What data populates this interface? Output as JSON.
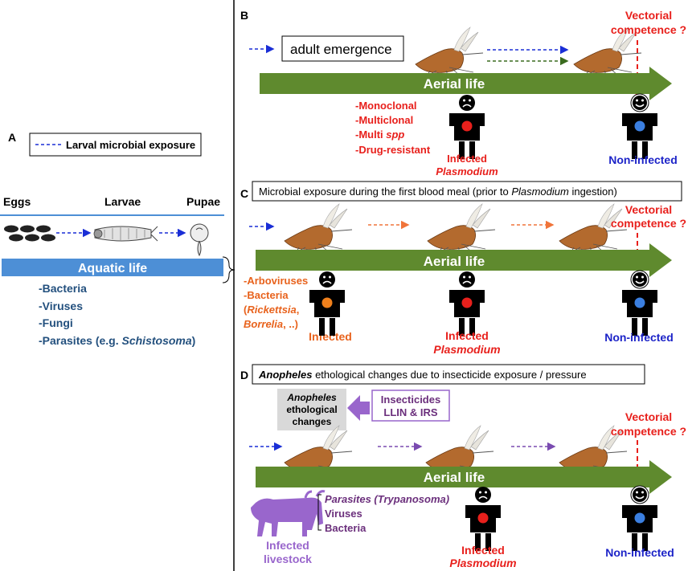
{
  "colors": {
    "aerial_arrow": "#5f8a2e",
    "aquatic_bar": "#4d8fd6",
    "red": "#e8201c",
    "blue": "#1d24c8",
    "orange": "#e8621c",
    "purple": "#6b2f7c",
    "light_purple": "#9966cc",
    "dark_blue_text": "#23507e",
    "dashed_blue": "#1a2ed6",
    "dashed_green": "#3a6b1e",
    "dashed_orange": "#f0743a",
    "dashed_purple": "#7a4bb0",
    "dashed_red": "#e8201c"
  },
  "panel_a": {
    "letter": "A",
    "legend": "Larval microbial exposure",
    "stages": [
      "Eggs",
      "Larvae",
      "Pupae"
    ],
    "bar_label": "Aquatic life",
    "exposures": [
      "-Bacteria",
      "-Viruses",
      "-Fungi"
    ],
    "parasites_prefix": "-Parasites (e.g. ",
    "parasites_italic": "Schistosoma",
    "parasites_suffix": ")"
  },
  "panel_b": {
    "letter": "B",
    "box_label": "adult emergence",
    "arrow_label": "Aerial life",
    "vectorial_line1": "Vectorial",
    "vectorial_line2": "competence ?",
    "strains": [
      "-Monoclonal",
      "-Multiclonal"
    ],
    "multi_prefix": "-Multi ",
    "multi_italic": "spp",
    "drug": "-Drug-resistant",
    "infected": "Infected",
    "plasmodium": "Plasmodium",
    "noninfected": "Non-infected"
  },
  "panel_c": {
    "letter": "C",
    "title_prefix": "Microbial exposure during the first blood meal (prior to ",
    "title_italic": "Plasmodium",
    "title_suffix": " ingestion)",
    "arrow_label": "Aerial life",
    "vectorial_line1": "Vectorial",
    "vectorial_line2": "competence ?",
    "arboviruses": "-Arboviruses",
    "bacteria": "-Bacteria",
    "rickettsia": "Rickettsia",
    "borrelia": "Borrelia",
    "etc": ", ..)",
    "infected": "Infected",
    "infected2": "Infected",
    "plasmodium": "Plasmodium",
    "noninfected": "Non-infected"
  },
  "panel_d": {
    "letter": "D",
    "title_italic": "Anopheles",
    "title_suffix": " ethological changes due to insecticide exposure / pressure",
    "grey_italic": "Anopheles",
    "grey_line2": "ethological",
    "grey_line3": "changes",
    "insecticides_line1": "Insecticides",
    "insecticides_line2": "LLIN & IRS",
    "arrow_label": "Aerial life",
    "vectorial_line1": "Vectorial",
    "vectorial_line2": "competence ?",
    "parasites": "Parasites (Trypanosoma)",
    "viruses": "Viruses",
    "bacteria": "Bacteria",
    "livestock_line1": "Infected",
    "livestock_line2": "livestock",
    "infected": "Infected",
    "plasmodium": "Plasmodium",
    "noninfected": "Non-infected"
  }
}
